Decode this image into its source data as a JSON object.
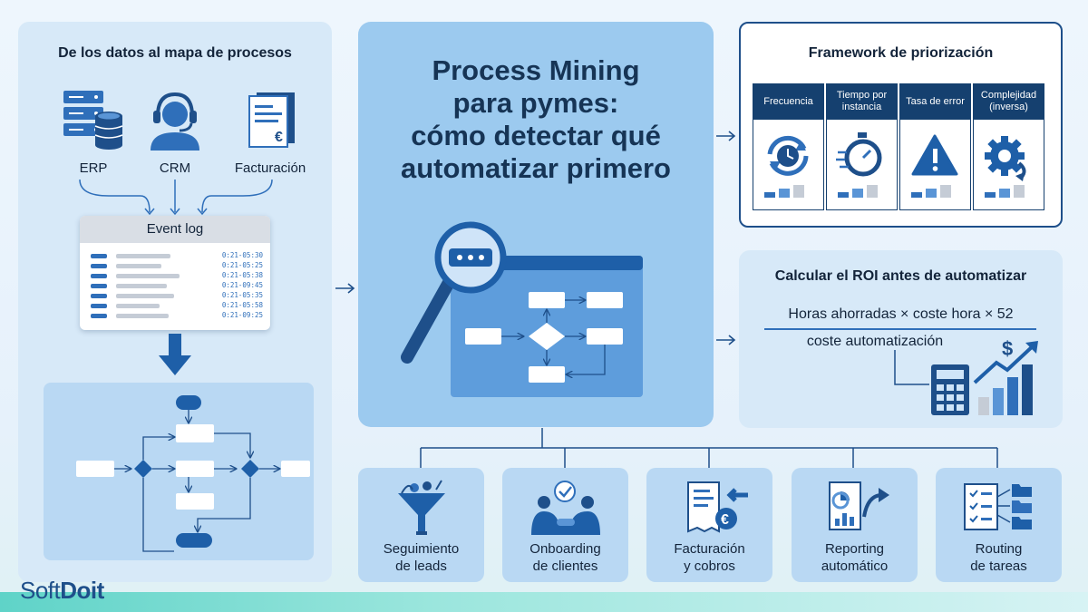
{
  "left": {
    "title": "De los datos al mapa de procesos",
    "sources": [
      "ERP",
      "CRM",
      "Facturación"
    ],
    "event_log": {
      "title": "Event log",
      "times": [
        "0:21-05:30",
        "0:21-05:25",
        "0:21-05:38",
        "0:21-09:45",
        "0:21-05:35",
        "0:21-05:58",
        "0:21-09:25"
      ]
    }
  },
  "center": {
    "title_lines": [
      "Process Mining",
      "para pymes:",
      "cómo detectar qué",
      "automatizar primero"
    ]
  },
  "framework": {
    "title": "Framework de priorización",
    "criteria": [
      {
        "label": "Frecuencia",
        "icon": "clock-cycle-icon"
      },
      {
        "label": "Tiempo por instancia",
        "icon": "stopwatch-icon"
      },
      {
        "label": "Tasa de error",
        "icon": "warning-icon"
      },
      {
        "label": "Complejidad (inversa)",
        "icon": "gear-icon"
      }
    ]
  },
  "roi": {
    "title": "Calcular el ROI antes de automatizar",
    "numerator": "Horas ahorradas × coste hora × 52",
    "denominator": "coste automatización"
  },
  "use_cases": [
    {
      "label": "Seguimiento de leads",
      "icon": "funnel-icon"
    },
    {
      "label": "Onboarding de clientes",
      "icon": "handshake-icon"
    },
    {
      "label": "Facturación y cobros",
      "icon": "invoice-euro-icon"
    },
    {
      "label": "Reporting automático",
      "icon": "report-chart-icon"
    },
    {
      "label": "Routing de tareas",
      "icon": "task-routing-icon"
    }
  ],
  "brand": {
    "name_light": "Soft",
    "name_bold": "Doit"
  },
  "colors": {
    "navy": "#15406f",
    "accent": "#2f6fba",
    "panel": "#d7e9f8",
    "center": "#9ccaef"
  }
}
